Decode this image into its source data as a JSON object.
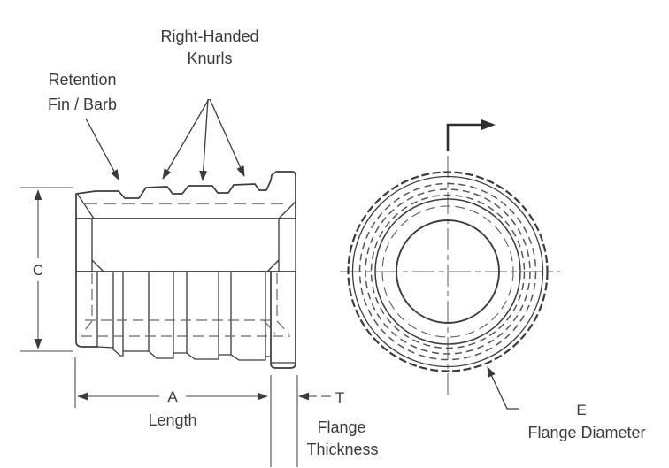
{
  "colors": {
    "background": "#ffffff",
    "line": "#3b3b3b",
    "hidden_line": "#666666",
    "center_line": "#6a6a6a",
    "text": "#3a3a3a"
  },
  "callouts": {
    "knurls": {
      "line1": "Right-Handed",
      "line2": "Knurls"
    },
    "retention": {
      "line1": "Retention",
      "line2": "Fin / Barb"
    }
  },
  "dimensions": {
    "c": {
      "letter": "C"
    },
    "a": {
      "letter": "A",
      "caption": "Length"
    },
    "t": {
      "letter": "T",
      "caption_line1": "Flange",
      "caption_line2": "Thickness"
    },
    "e": {
      "letter": "E",
      "caption": "Flange Diameter"
    }
  }
}
